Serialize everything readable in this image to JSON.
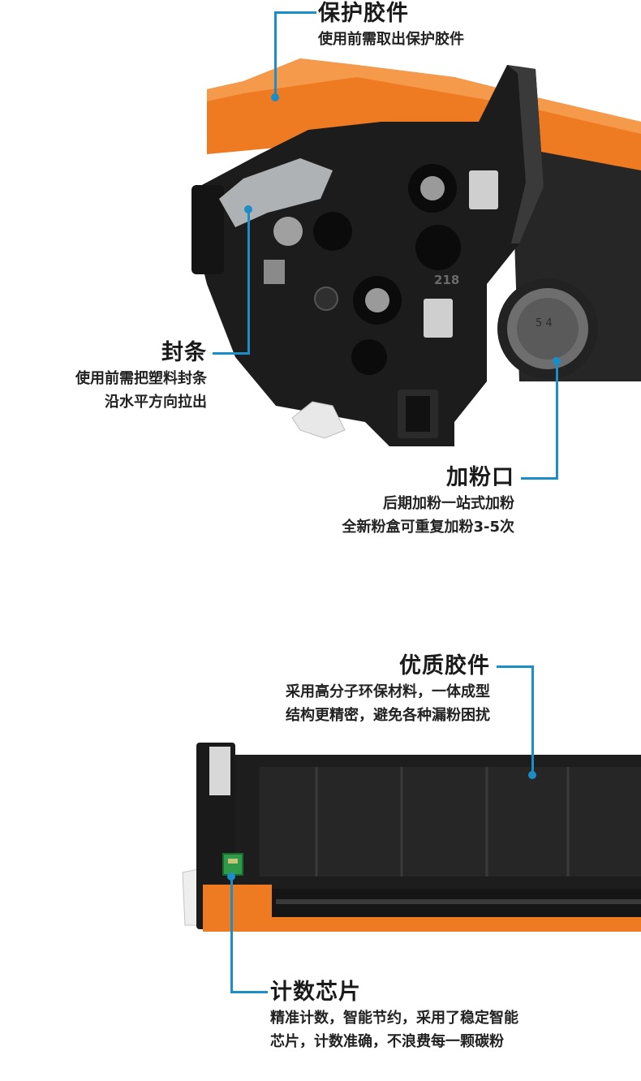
{
  "callouts": {
    "protective_glue": {
      "title": "保护胶件",
      "lines": [
        "使用前需取出保护胶件"
      ]
    },
    "seal_strip": {
      "title": "封条",
      "lines": [
        "使用前需把塑料封条",
        "沿水平方向拉出"
      ]
    },
    "toner_port": {
      "title": "加粉口",
      "lines": [
        "后期加粉一站式加粉",
        "全新粉盒可重复加粉3-5次"
      ]
    },
    "quality_glue": {
      "title": "优质胶件",
      "lines": [
        "采用高分子环保材料，一体成型",
        "结构更精密，避免各种漏粉困扰"
      ]
    },
    "chip": {
      "title": "计数芯片",
      "lines": [
        "精准计数，智能节约，采用了稳定智能",
        "芯片，计数准确，不浪费每一颗碳粉"
      ]
    }
  },
  "product": {
    "model_label": "218",
    "port_label": "5 4"
  },
  "colors": {
    "accent": "#1b8ec7",
    "orange": "#ee7b22",
    "body_black": "#1c1c1c",
    "chip_green": "#2e9a4a"
  }
}
